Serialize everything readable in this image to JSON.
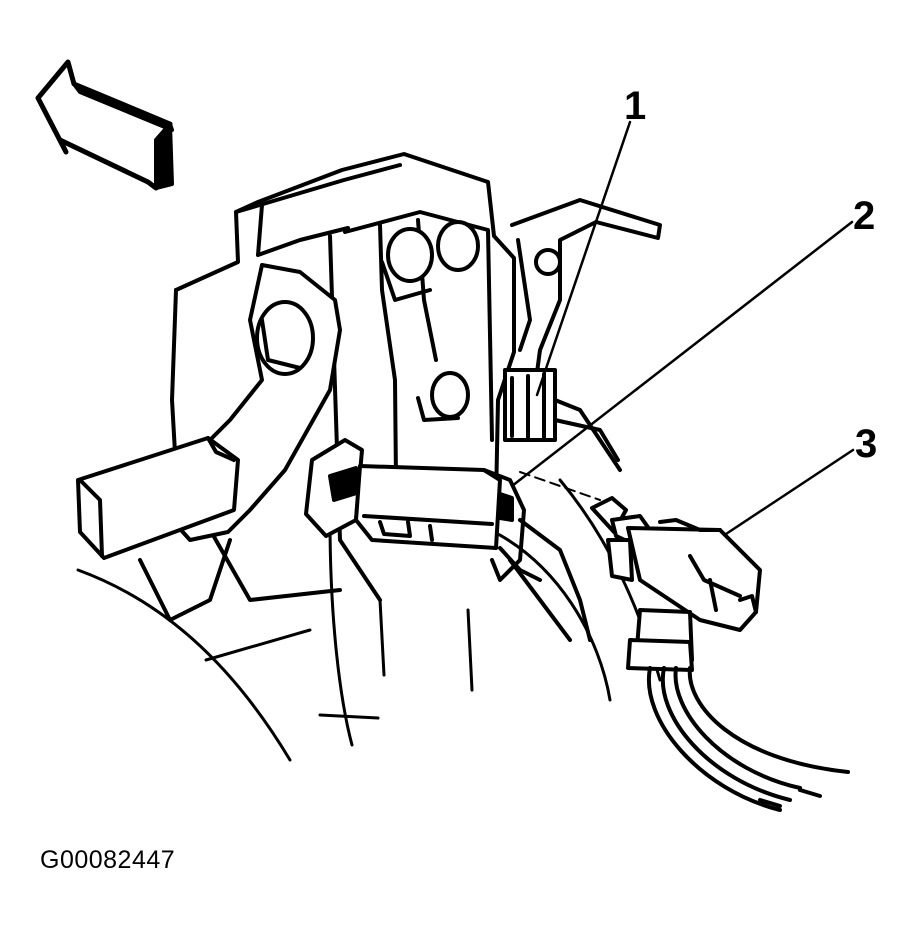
{
  "figure": {
    "id": "G00082447",
    "callouts": [
      {
        "number": "1"
      },
      {
        "number": "2"
      },
      {
        "number": "3"
      }
    ]
  },
  "colors": {
    "line": "#000000",
    "background": "#ffffff"
  },
  "icons": {
    "direction_arrow": "forward-arrow-icon"
  }
}
